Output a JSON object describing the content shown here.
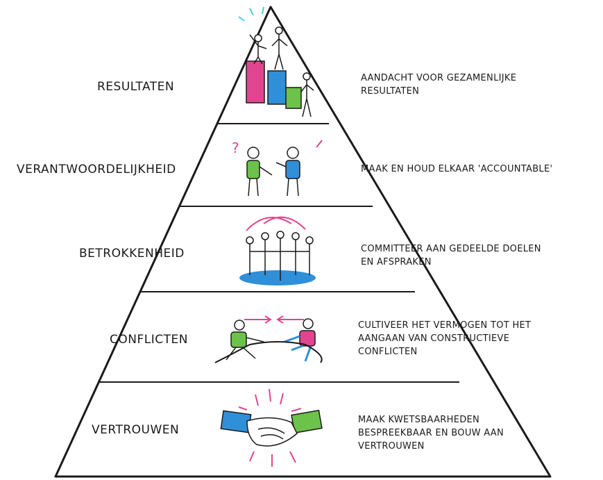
{
  "levels": [
    {
      "id": "resultaten",
      "label": "RESULTATEN",
      "icon": "podium-icon",
      "description": [
        "AANDACHT VOOR GEZAMENLIJKE",
        "RESULTATEN"
      ]
    },
    {
      "id": "verantwoordelijkheid",
      "label": "VERANTWOORDELIJKHEID",
      "icon": "conversation-icon",
      "description": [
        "MAAK EN HOUD ELKAAR 'ACCOUNTABLE'"
      ]
    },
    {
      "id": "betrokkenheid",
      "label": "BETROKKENHEID",
      "icon": "team-circle-icon",
      "description": [
        "COMMITTEER AAN GEDEELDE DOELEN",
        "EN AFSPRAKEN"
      ]
    },
    {
      "id": "conflicten",
      "label": "CONFLICTEN",
      "icon": "tug-of-war-icon",
      "description": [
        "CULTIVEER HET VERMOGEN TOT HET",
        "AANGAAN VAN CONSTRUCTIEVE",
        "CONFLICTEN"
      ]
    },
    {
      "id": "vertrouwen",
      "label": "VERTROUWEN",
      "icon": "handshake-icon",
      "description": [
        "MAAK KWETSBAARHEDEN",
        "BESPREEKBAAR EN BOUW AAN",
        "VERTROUWEN"
      ]
    }
  ],
  "colors": {
    "outline": "#1a1a1a",
    "pink": "#e2458f",
    "blue": "#2f8fd8",
    "green": "#6cc24a",
    "cyan": "#4fc6e8"
  }
}
